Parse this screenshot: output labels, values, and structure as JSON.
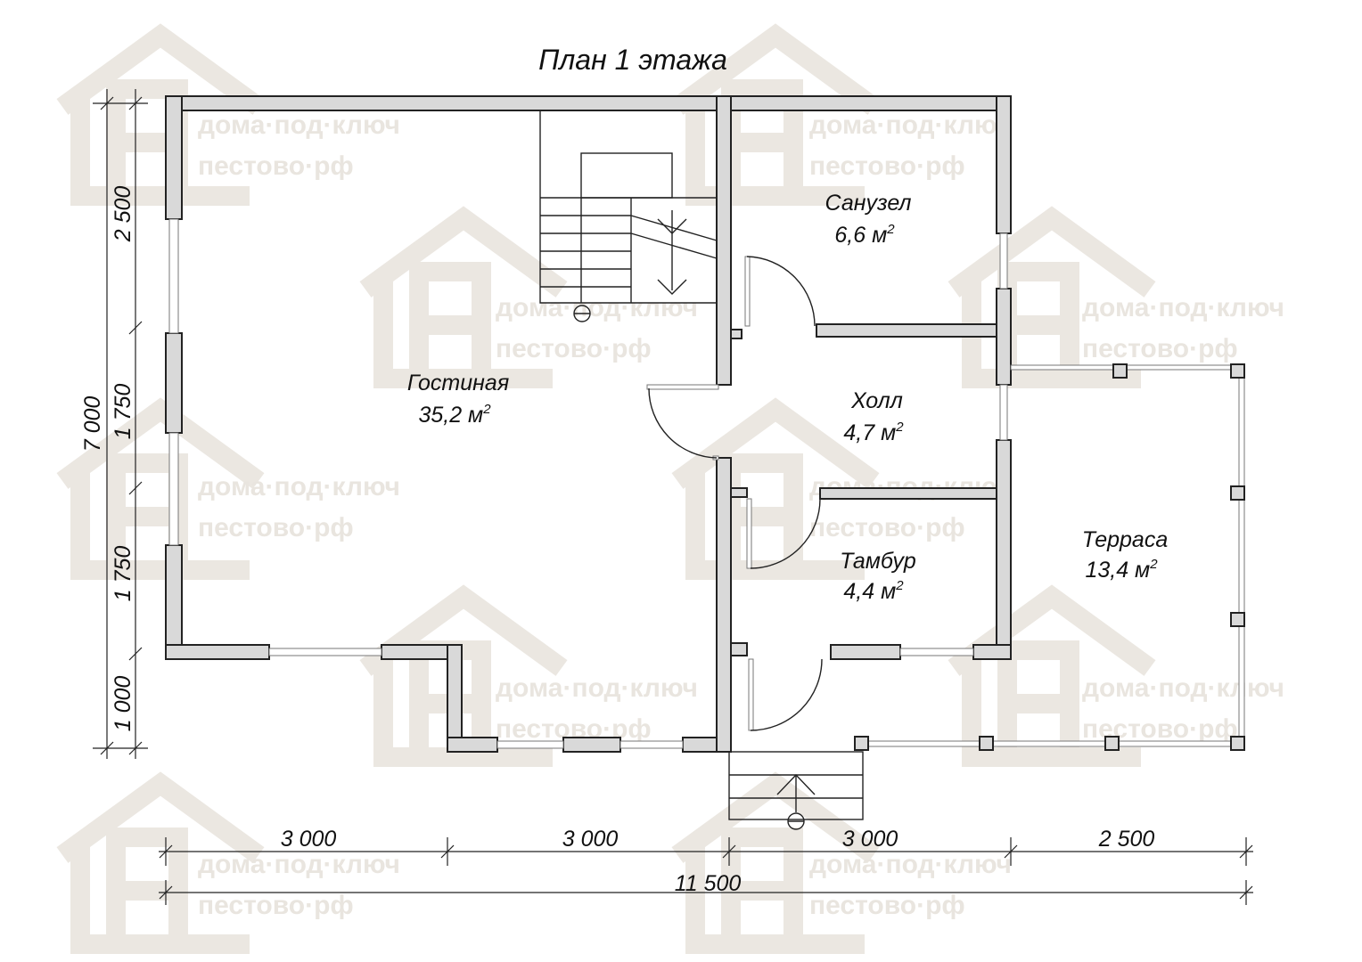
{
  "title": "План 1 этажа",
  "watermark": {
    "line1": "дома·под·ключ",
    "line2": "пестово·рф"
  },
  "rooms": [
    {
      "name": "Гостиная",
      "area": "35,2 м",
      "sup": "2"
    },
    {
      "name": "Санузел",
      "area": "6,6 м",
      "sup": "2"
    },
    {
      "name": "Холл",
      "area": "4,7 м",
      "sup": "2"
    },
    {
      "name": "Тамбур",
      "area": "4,4 м",
      "sup": "2"
    },
    {
      "name": "Терраса",
      "area": "13,4 м",
      "sup": "2"
    }
  ],
  "dimensions": {
    "horizontal": [
      "3 000",
      "3 000",
      "3 000",
      "2 500"
    ],
    "horizontal_total": "11 500",
    "vertical": [
      "2 500",
      "1 750",
      "1 750",
      "1 000"
    ],
    "vertical_total": "7 000"
  }
}
